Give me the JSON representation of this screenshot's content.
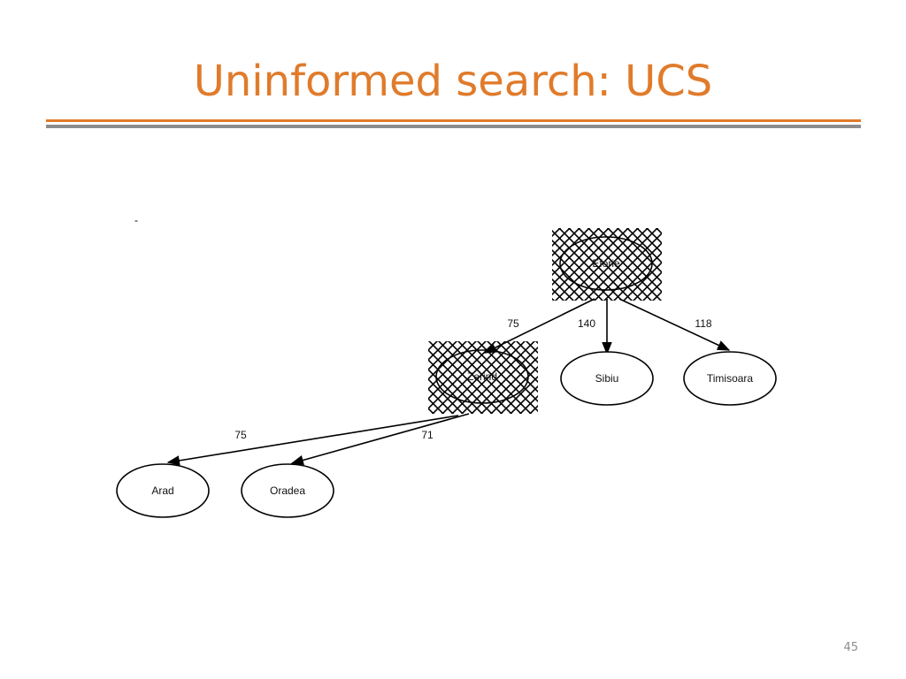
{
  "slide": {
    "title": "Uninformed search: UCS",
    "page_number": "45",
    "stray_mark": "-"
  },
  "colors": {
    "title": "#e07b2b",
    "accent_rule": "#e07b2b",
    "gray_rule": "#8c8c8c",
    "hatch": "#000000"
  },
  "tree": {
    "nodes": {
      "root": {
        "label": "Eforie",
        "expanded": true
      },
      "zerind": {
        "label": "Zerind",
        "expanded": true
      },
      "sibiu": {
        "label": "Sibiu",
        "expanded": false
      },
      "timisoara": {
        "label": "Timisoara",
        "expanded": false
      },
      "arad": {
        "label": "Arad",
        "expanded": false
      },
      "oradea": {
        "label": "Oradea",
        "expanded": false
      }
    },
    "edges": {
      "root_zerind": {
        "cost": "75"
      },
      "root_sibiu": {
        "cost": "140"
      },
      "root_timisoara": {
        "cost": "118"
      },
      "zerind_arad": {
        "cost": "75"
      },
      "zerind_oradea": {
        "cost": "71"
      }
    }
  }
}
